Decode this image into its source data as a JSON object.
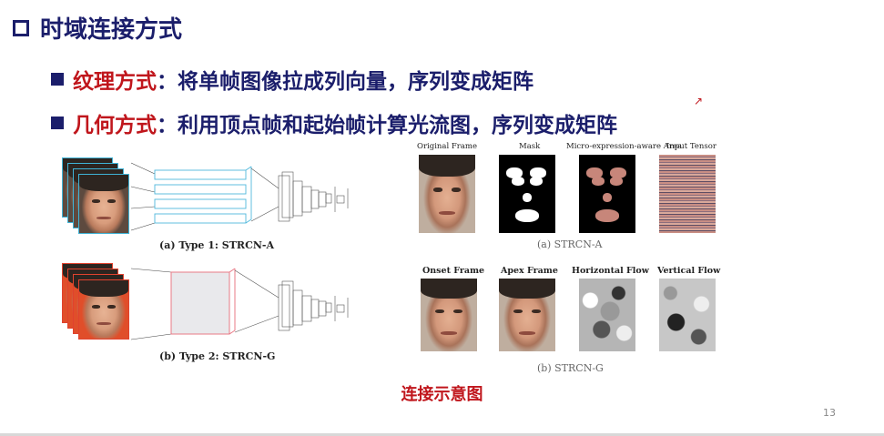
{
  "slide": {
    "title": "时域连接方式",
    "bullets": [
      {
        "key": "纹理方式",
        "rest": "：将单帧图像拉成列向量，序列变成矩阵"
      },
      {
        "key": "几何方式",
        "rest": "：利用顶点帧和起始帧计算光流图，序列变成矩阵"
      }
    ],
    "figure_left": {
      "caption_a": "(a) Type 1: STRCN-A",
      "caption_b": "(b) Type 2: STRCN-G"
    },
    "figure_right": {
      "row_a_titles": [
        "Original Frame",
        "Mask",
        "Micro-expression-aware Area",
        "Input Tensor"
      ],
      "caption_a": "(a) STRCN-A",
      "row_b_titles": [
        "Onset Frame",
        "Apex Frame",
        "Horizontal Flow",
        "Vertical Flow"
      ],
      "caption_b": "(b) STRCN-G"
    },
    "center_caption": "连接示意图",
    "page_number": "13"
  },
  "colors": {
    "title": "#1b1e6b",
    "keyword": "#c0161c",
    "frame_border_a": "#3fb3d6",
    "frame_border_b": "#e0422e"
  },
  "icons": [
    "hollow-square-icon",
    "filled-square-bullet-icon",
    "cursor-mark-icon"
  ]
}
